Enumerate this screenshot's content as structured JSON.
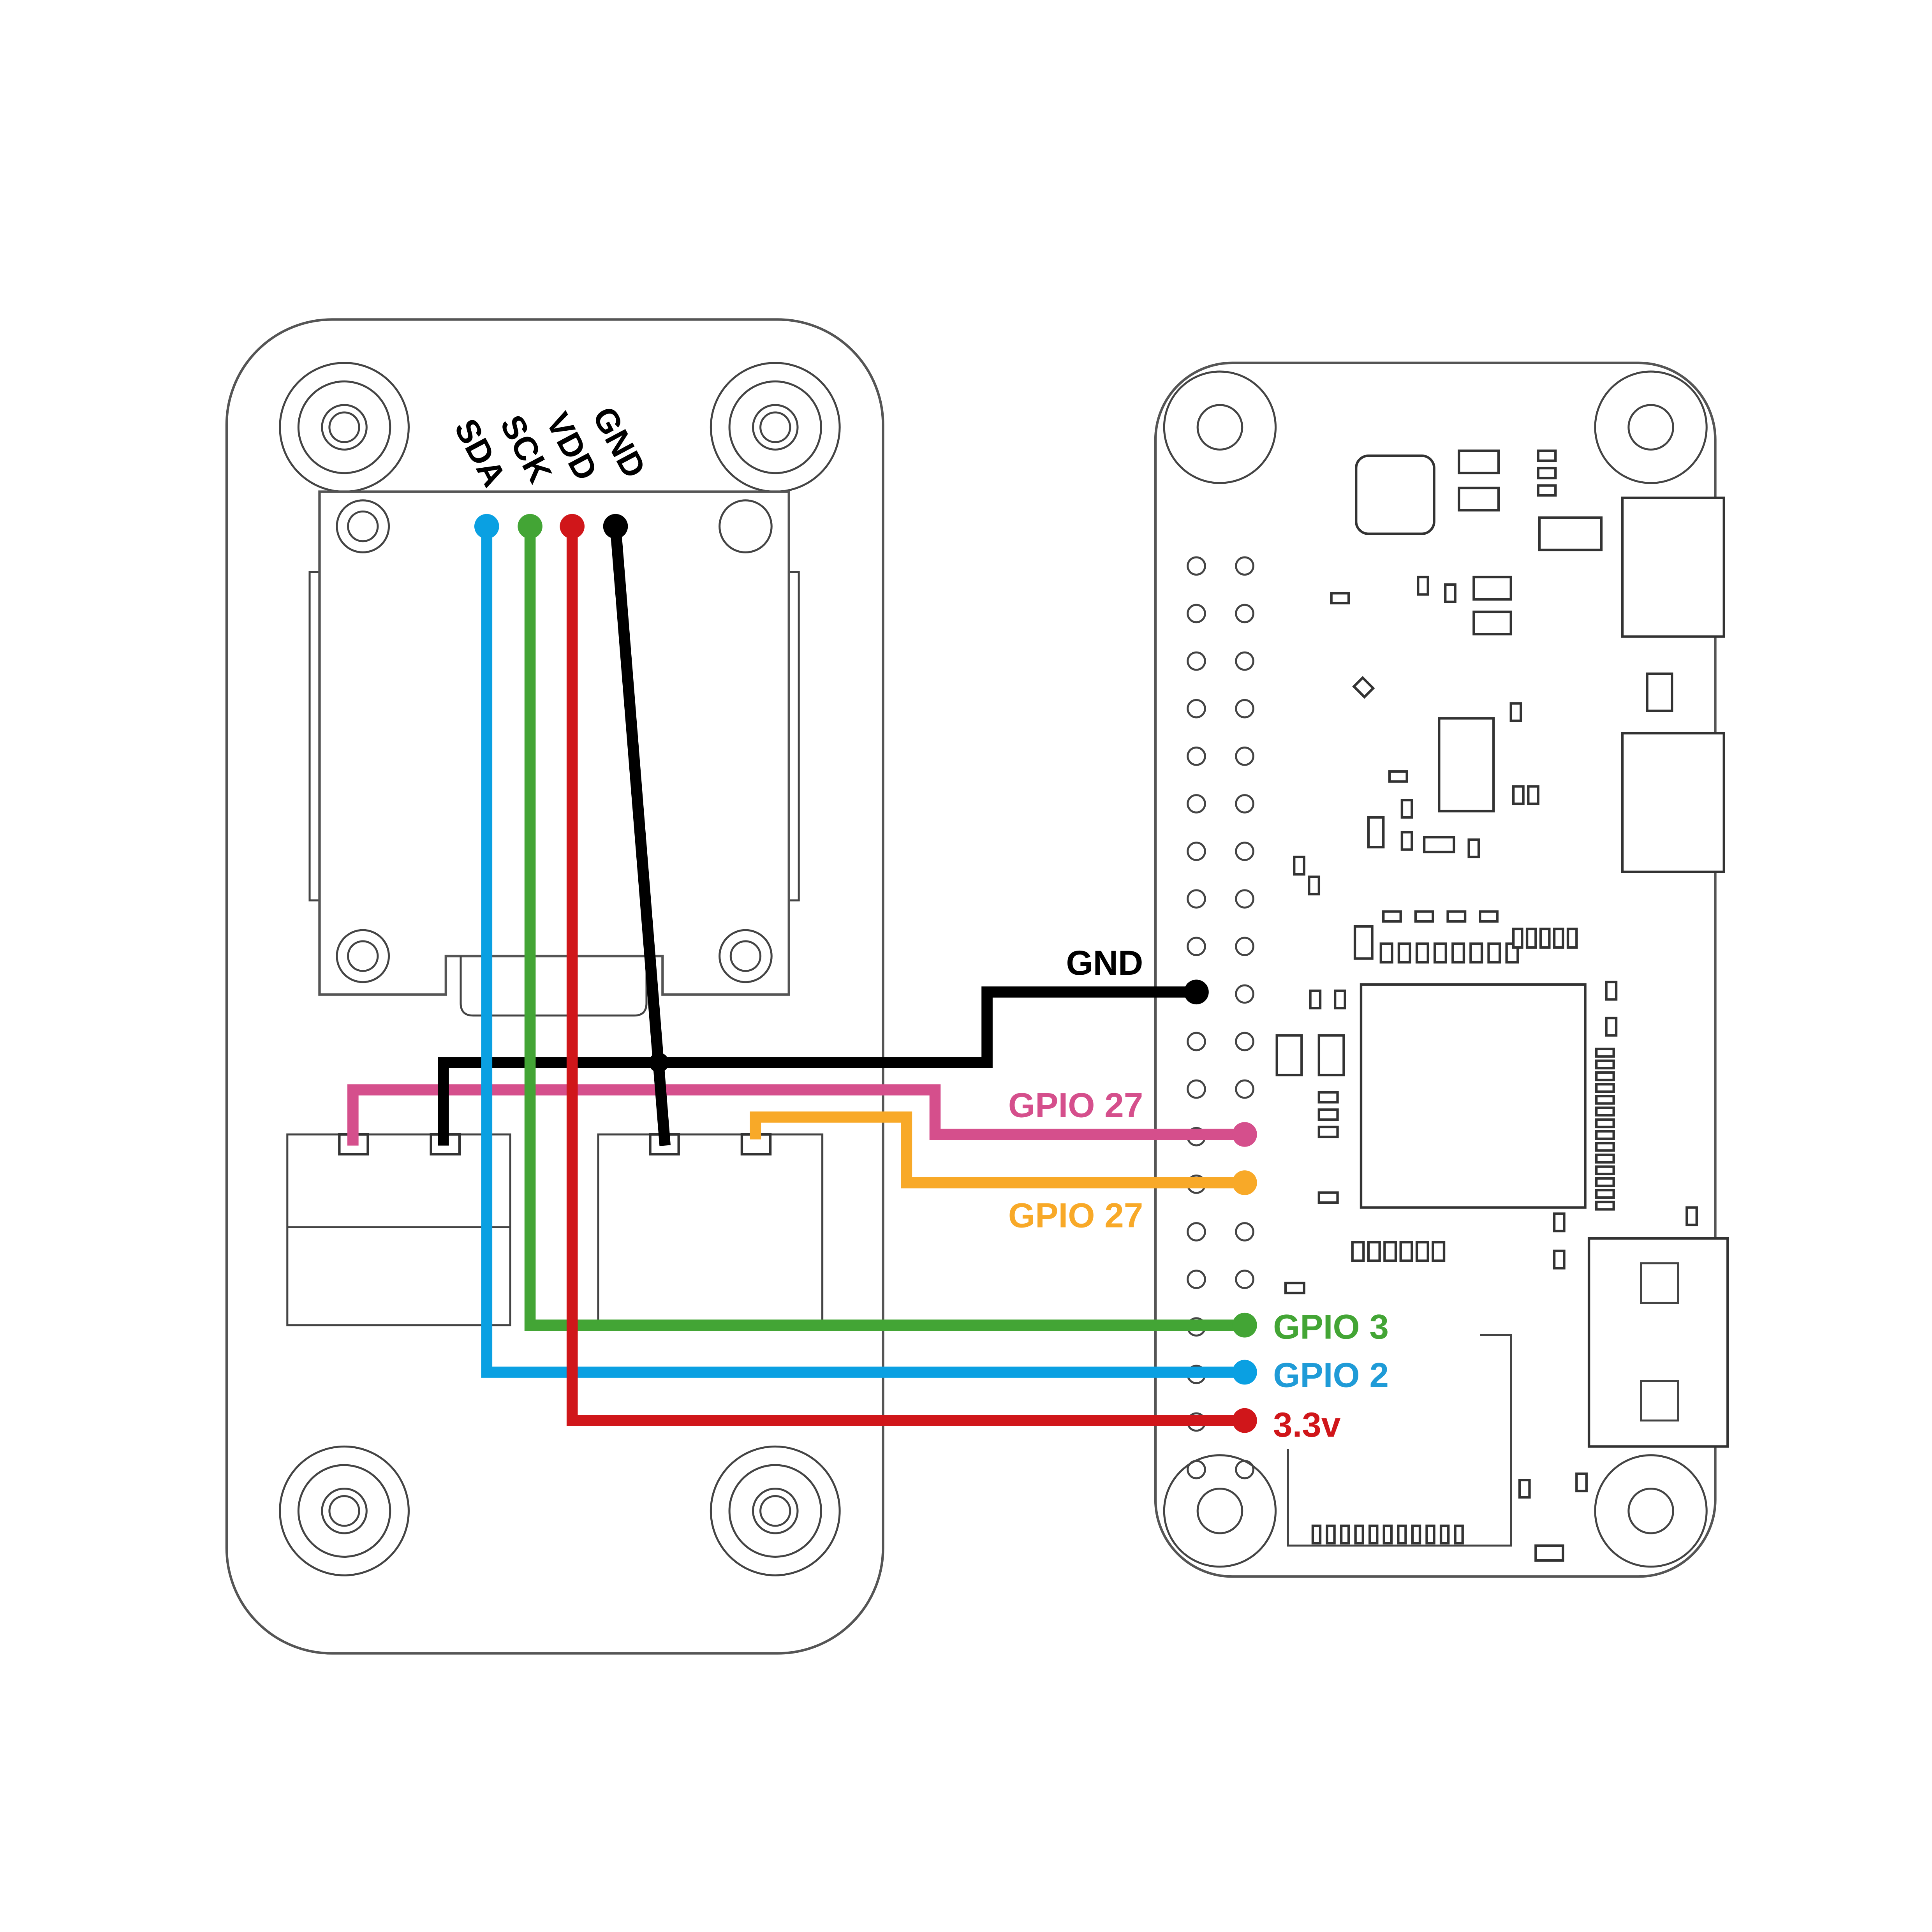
{
  "sensor_pins": {
    "sda": "SDA",
    "sck": "SCK",
    "vdd": "VDD",
    "gnd": "GND"
  },
  "pi_labels": {
    "gnd": "GND",
    "gpio27_pink": "GPIO 27",
    "gpio27_orange": "GPIO 27",
    "gpio3": "GPIO 3",
    "gpio2": "GPIO 2",
    "v33": "3.3v"
  },
  "colors": {
    "sda": "#0aa0e2",
    "sck": "#43a535",
    "vdd": "#d0161a",
    "gnd": "#000000",
    "pink": "#d54f8c",
    "orange": "#f8a928"
  }
}
